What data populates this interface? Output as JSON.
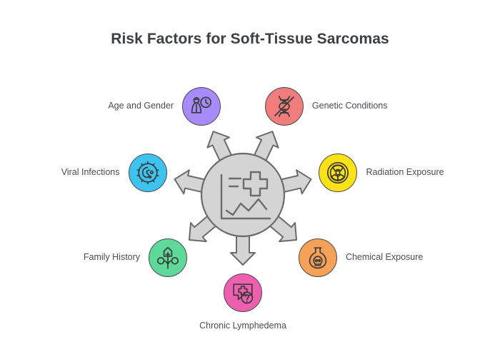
{
  "page": {
    "title": "Risk Factors for Soft-Tissue Sarcomas",
    "background_color": "#ffffff",
    "title_color": "#3c3f42"
  },
  "hub": {
    "name": "central-hub",
    "icon": "medical-chart-icon",
    "fill_color": "#d4d4d4",
    "stroke_color": "#6b6b6b",
    "arrow_fill": "#d4d4d4",
    "arrow_stroke": "#6b6b6b",
    "arrow_count": 7
  },
  "nodes": [
    {
      "id": "age-and-gender",
      "label": "Age and Gender",
      "icon": "person-clock-icon",
      "color": "#a78bfa",
      "angle_deg": -115,
      "label_side": "left"
    },
    {
      "id": "genetic-conditions",
      "label": "Genetic Conditions",
      "icon": "dna-strand-icon",
      "color": "#f07c7c",
      "angle_deg": -65,
      "label_side": "right"
    },
    {
      "id": "radiation-exposure",
      "label": "Radiation Exposure",
      "icon": "radiation-trefoil-icon",
      "color": "#fbe216",
      "angle_deg": -13,
      "label_side": "right"
    },
    {
      "id": "chemical-exposure",
      "label": "Chemical Exposure",
      "icon": "toxic-flask-icon",
      "color": "#f5a158",
      "angle_deg": 40,
      "label_side": "right"
    },
    {
      "id": "chronic-lymphedema",
      "label": "Chronic Lymphedema",
      "icon": "medical-question-bubble-icon",
      "color": "#ef5fb0",
      "angle_deg": 90,
      "label_side": "center"
    },
    {
      "id": "family-history",
      "label": "Family History",
      "icon": "family-tree-icon",
      "color": "#5fd99a",
      "angle_deg": 140,
      "label_side": "left"
    },
    {
      "id": "viral-infections",
      "label": "Viral Infections",
      "icon": "microbe-icon",
      "color": "#3ec3ee",
      "angle_deg": 193,
      "label_side": "left"
    }
  ]
}
